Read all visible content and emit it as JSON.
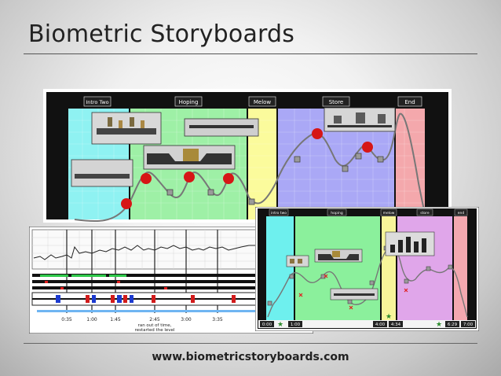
{
  "slide": {
    "title": "Biometric Storyboards",
    "footer_url": "www.biometricstoryboards.com"
  },
  "storyboard_main": {
    "sections": [
      "Intro Two",
      "Hoping",
      "Melow",
      "Store",
      "End"
    ],
    "colors": {
      "intro": "#8ff2f2",
      "hoping": "#9ef0a6",
      "melow": "#fbfb9c",
      "store": "#aaa8f6",
      "end": "#f4a8ac"
    }
  },
  "timeline": {
    "ticks": [
      "0:35",
      "1:00",
      "1:45",
      "2:45",
      "3:00",
      "3:35"
    ],
    "note_line1": "ran out of time,",
    "note_line2": "restarted the level"
  },
  "storyboard_small": {
    "sections": [
      "intro two",
      "hoping",
      "melow",
      "store",
      "end"
    ],
    "time_labels": [
      "0:00",
      "1:00",
      "4:00",
      "4:34",
      "6:29",
      "7:00"
    ]
  }
}
